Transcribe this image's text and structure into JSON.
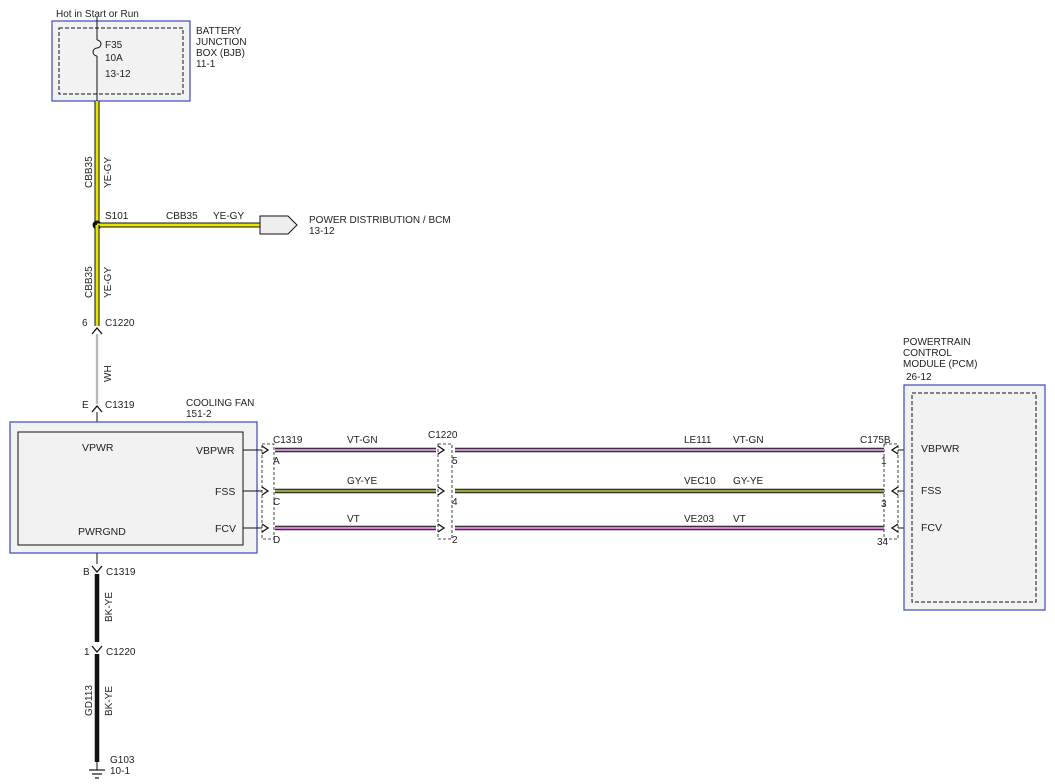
{
  "bjb": {
    "hot_label": "Hot in Start or Run",
    "fuse": "F35",
    "rating": "10A",
    "ref": "13-12",
    "name_line1": "BATTERY",
    "name_line2": "JUNCTION",
    "name_line3": "BOX (BJB)",
    "page": "11-1"
  },
  "upper_wire": {
    "circuit": "CBB35",
    "color": "YE-GY"
  },
  "splice": {
    "id": "S101",
    "branch_circuit": "CBB35",
    "branch_color": "YE-GY",
    "dest_name": "POWER DISTRIBUTION / BCM",
    "dest_ref": "13-12"
  },
  "lower_wire": {
    "circuit": "CBB35",
    "color": "YE-GY"
  },
  "c1220_top": {
    "pin": "6",
    "name": "C1220"
  },
  "wh_wire": {
    "color": "WH"
  },
  "c1319_top": {
    "pin": "E",
    "name": "C1319"
  },
  "cooling_fan": {
    "name": "COOLING FAN",
    "ref": "151-2",
    "vpwr": "VPWR",
    "vbpwr": "VBPWR",
    "fss": "FSS",
    "fcv": "FCV",
    "pwrgnd": "PWRGND"
  },
  "harness": {
    "left_connector": "C1319",
    "mid_connector": "C1220",
    "right_connector": "C175B",
    "rows": [
      {
        "left_pin": "A",
        "left_color": "VT-GN",
        "mid_pin": "5",
        "circuit": "LE111",
        "right_color": "VT-GN",
        "right_pin": "1",
        "stroke": "#c58fc9"
      },
      {
        "left_pin": "C",
        "left_color": "GY-YE",
        "mid_pin": "4",
        "circuit": "VEC10",
        "right_color": "GY-YE",
        "right_pin": "3",
        "stroke": "#9ea24a"
      },
      {
        "left_pin": "D",
        "left_color": "VT",
        "mid_pin": "2",
        "circuit": "VE203",
        "right_color": "VT",
        "right_pin": "34",
        "stroke": "#d97fd6"
      }
    ]
  },
  "pcm": {
    "name_line1": "POWERTRAIN",
    "name_line2": "CONTROL",
    "name_line3": "MODULE (PCM)",
    "ref": "26-12",
    "vbpwr": "VBPWR",
    "fss": "FSS",
    "fcv": "FCV"
  },
  "ground": {
    "c1319_pin": "B",
    "c1319_name": "C1319",
    "wire_color_1": "BK-YE",
    "c1220_pin": "1",
    "c1220_name": "C1220",
    "circuit": "GD113",
    "wire_color_2": "BK-YE",
    "ground_id": "G103",
    "ground_ref": "10-1"
  },
  "colors": {
    "yellow_wire": "#e6e600",
    "box_border": "#3a4ab8",
    "box_fill": "#f2f2f2",
    "black_wire": "#111111"
  }
}
